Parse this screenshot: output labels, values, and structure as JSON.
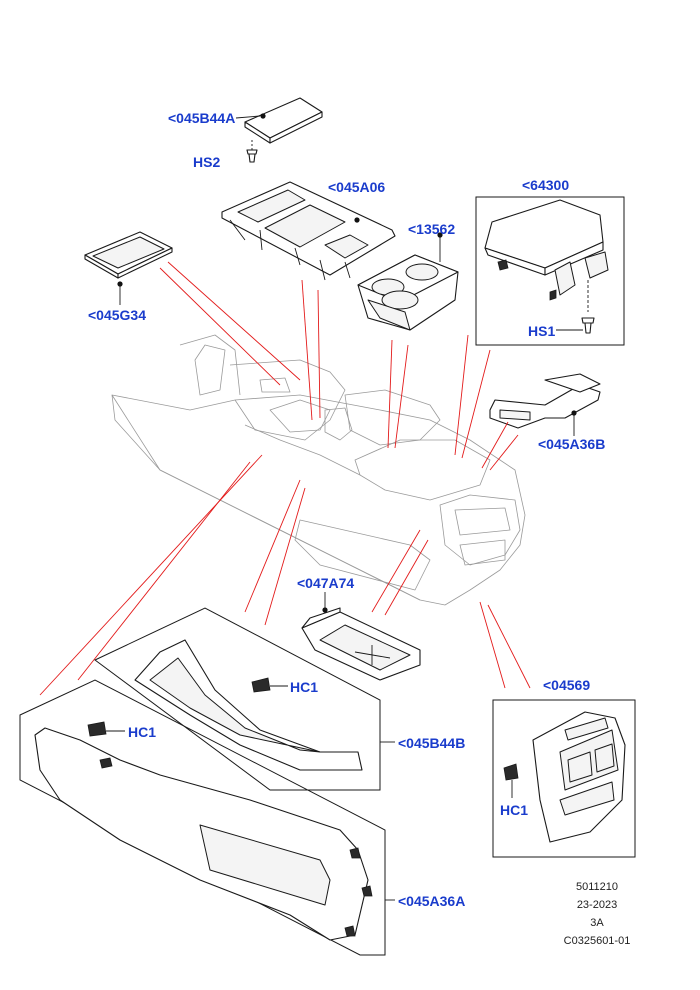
{
  "labels": {
    "cover_top": "<045B44A",
    "screw_hs2": "HS2",
    "tray_045a06": "<045A06",
    "mat_045g34": "<045G34",
    "cupholder_13562": "<13562",
    "armrest_64300": "<64300",
    "screw_hs1": "HS1",
    "bracket_045a36b": "<045A36B",
    "tray_047a74": "<047A74",
    "clip_hc1_upper": "HC1",
    "panel_045b44b": "<045B44B",
    "clip_hc1_lower": "HC1",
    "panel_045a36a": "<045A36A",
    "vent_04569": "<04569",
    "clip_hc1_vent": "HC1"
  },
  "reference": {
    "line1": "5011210",
    "line2": "23-2023",
    "line3": "3A",
    "line4": "C0325601-01"
  },
  "colors": {
    "label_blue": "#1a3ccc",
    "leader_red": "#e31b1b",
    "line_black": "#1a1a1a"
  }
}
